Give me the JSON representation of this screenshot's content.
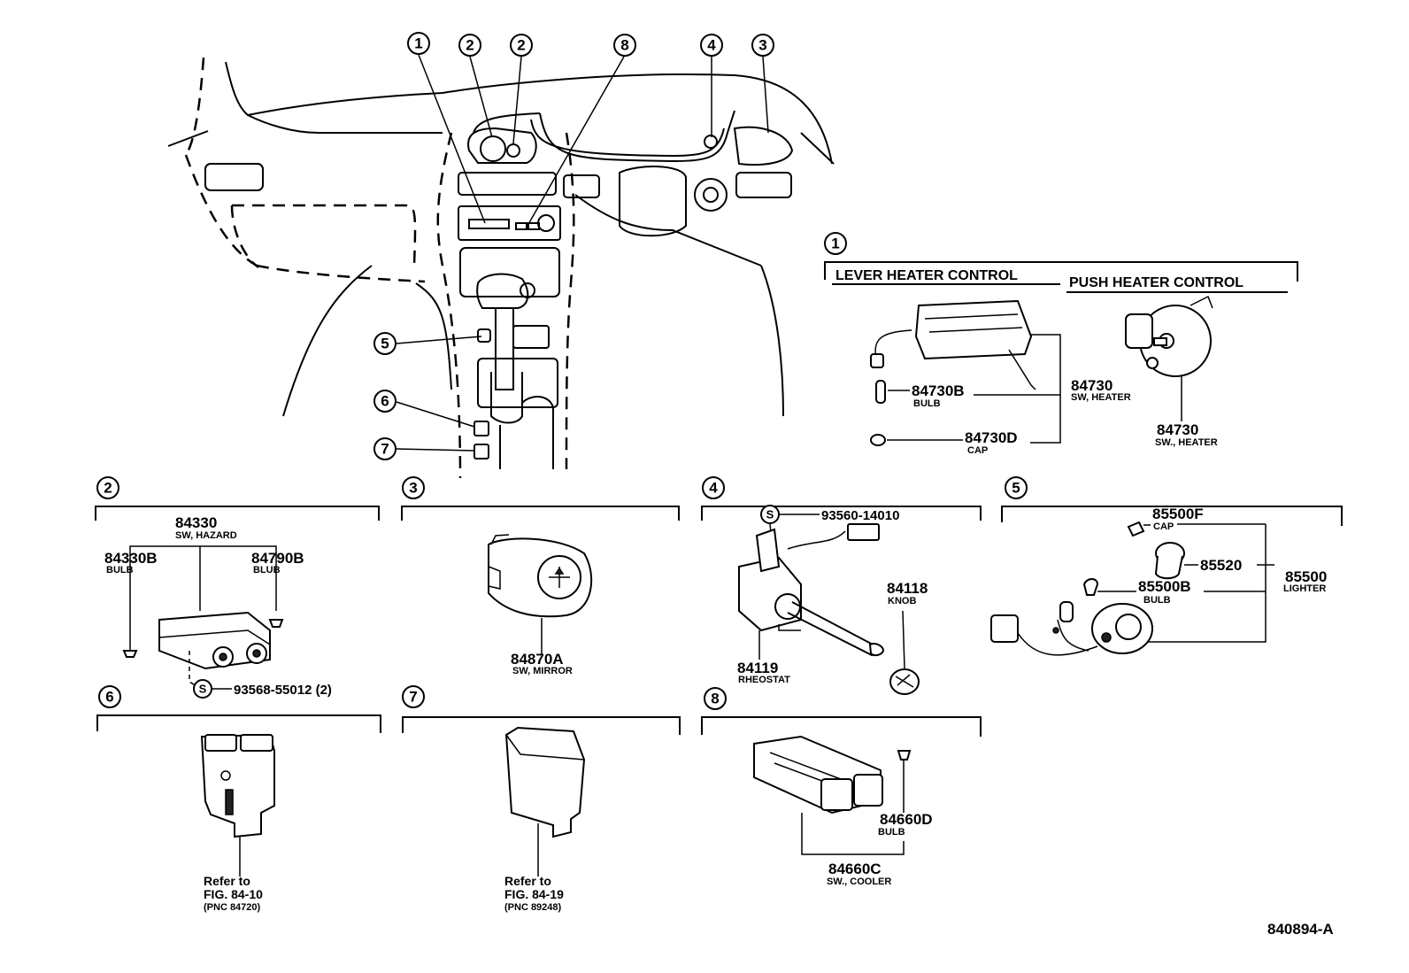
{
  "callouts": {
    "c1": "1",
    "c2": "2",
    "c3": "3",
    "c4": "4",
    "c5": "5",
    "c6": "6",
    "c7": "7",
    "c8": "8"
  },
  "section1": {
    "lever_heading": "LEVER HEATER CONTROL",
    "push_heading": "PUSH HEATER CONTROL",
    "parts": [
      {
        "pn": "84730B",
        "desc": "BULB"
      },
      {
        "pn": "84730",
        "desc": "SW, HEATER"
      },
      {
        "pn": "84730D",
        "desc": "CAP"
      },
      {
        "pn": "84730",
        "desc": "SW., HEATER"
      }
    ]
  },
  "section2": {
    "parts": [
      {
        "pn": "84330",
        "desc": "SW, HAZARD"
      },
      {
        "pn": "84330B",
        "desc": "BULB"
      },
      {
        "pn": "84790B",
        "desc": "BLUB"
      },
      {
        "pn": "93568-55012 (2)",
        "desc": ""
      }
    ],
    "s_mark": "S"
  },
  "section3": {
    "parts": [
      {
        "pn": "84870A",
        "desc": "SW, MIRROR"
      }
    ]
  },
  "section4": {
    "parts": [
      {
        "pn": "93560-14010",
        "desc": ""
      },
      {
        "pn": "84118",
        "desc": "KNOB"
      },
      {
        "pn": "84119",
        "desc": "RHEOSTAT"
      }
    ],
    "s_mark": "S"
  },
  "section5": {
    "parts": [
      {
        "pn": "85500F",
        "desc": "CAP"
      },
      {
        "pn": "85520",
        "desc": ""
      },
      {
        "pn": "85500",
        "desc": "LIGHTER"
      },
      {
        "pn": "85500B",
        "desc": "BULB"
      }
    ]
  },
  "section6": {
    "ref_line1": "Refer to",
    "ref_line2": "FIG. 84-10",
    "ref_line3": "(PNC 84720)"
  },
  "section7": {
    "ref_line1": "Refer to",
    "ref_line2": "FIG. 84-19",
    "ref_line3": "(PNC 89248)"
  },
  "section8": {
    "parts": [
      {
        "pn": "84660D",
        "desc": "BULB"
      },
      {
        "pn": "84660C",
        "desc": "SW., COOLER"
      }
    ]
  },
  "figure_id": "840894-A"
}
